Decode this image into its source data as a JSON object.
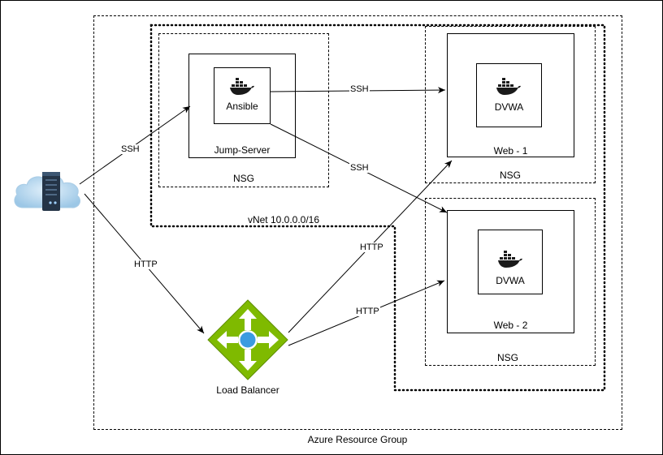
{
  "resource_group": {
    "label": "Azure Resource Group"
  },
  "vnet": {
    "label": "vNet 10.0.0.0/16"
  },
  "jump_server": {
    "label": "Jump-Server",
    "nsg_label": "NSG",
    "container_label": "Ansible",
    "icon": "docker-icon"
  },
  "web1": {
    "label": "Web - 1",
    "nsg_label": "NSG",
    "container_label": "DVWA",
    "icon": "docker-icon"
  },
  "web2": {
    "label": "Web - 2",
    "nsg_label": "NSG",
    "container_label": "DVWA",
    "icon": "docker-icon"
  },
  "load_balancer": {
    "label": "Load Balancer",
    "icon": "azure-load-balancer-icon",
    "color": "#7fba00"
  },
  "client": {
    "icon": "cloud-server-icon"
  },
  "connections": {
    "client_to_jump": "SSH",
    "client_to_lb": "HTTP",
    "ansible_to_web1": "SSH",
    "ansible_to_web2": "SSH",
    "lb_to_web1": "HTTP",
    "lb_to_web2": "HTTP"
  }
}
